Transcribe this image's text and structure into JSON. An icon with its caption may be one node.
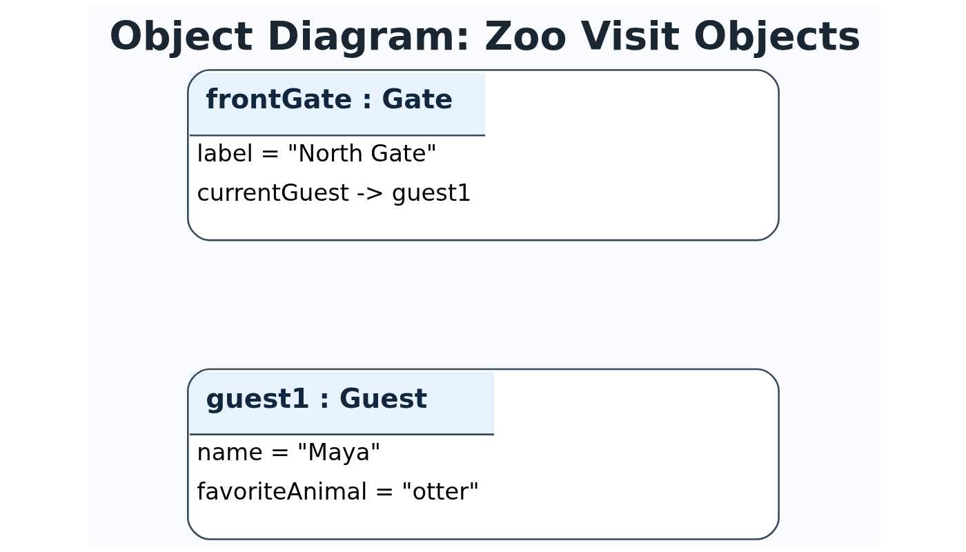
{
  "diagram": {
    "title": "Object Diagram: Zoo Visit Objects",
    "nodes": [
      {
        "text": [
          "frontGate : Gate",
          "label = \"North Gate\"",
          "currentGuest -> guest1"
        ]
      },
      {
        "text": [
          "guest1 : Guest",
          "name = \"Maya\"",
          "favoriteAnimal = \"otter\""
        ]
      }
    ]
  }
}
